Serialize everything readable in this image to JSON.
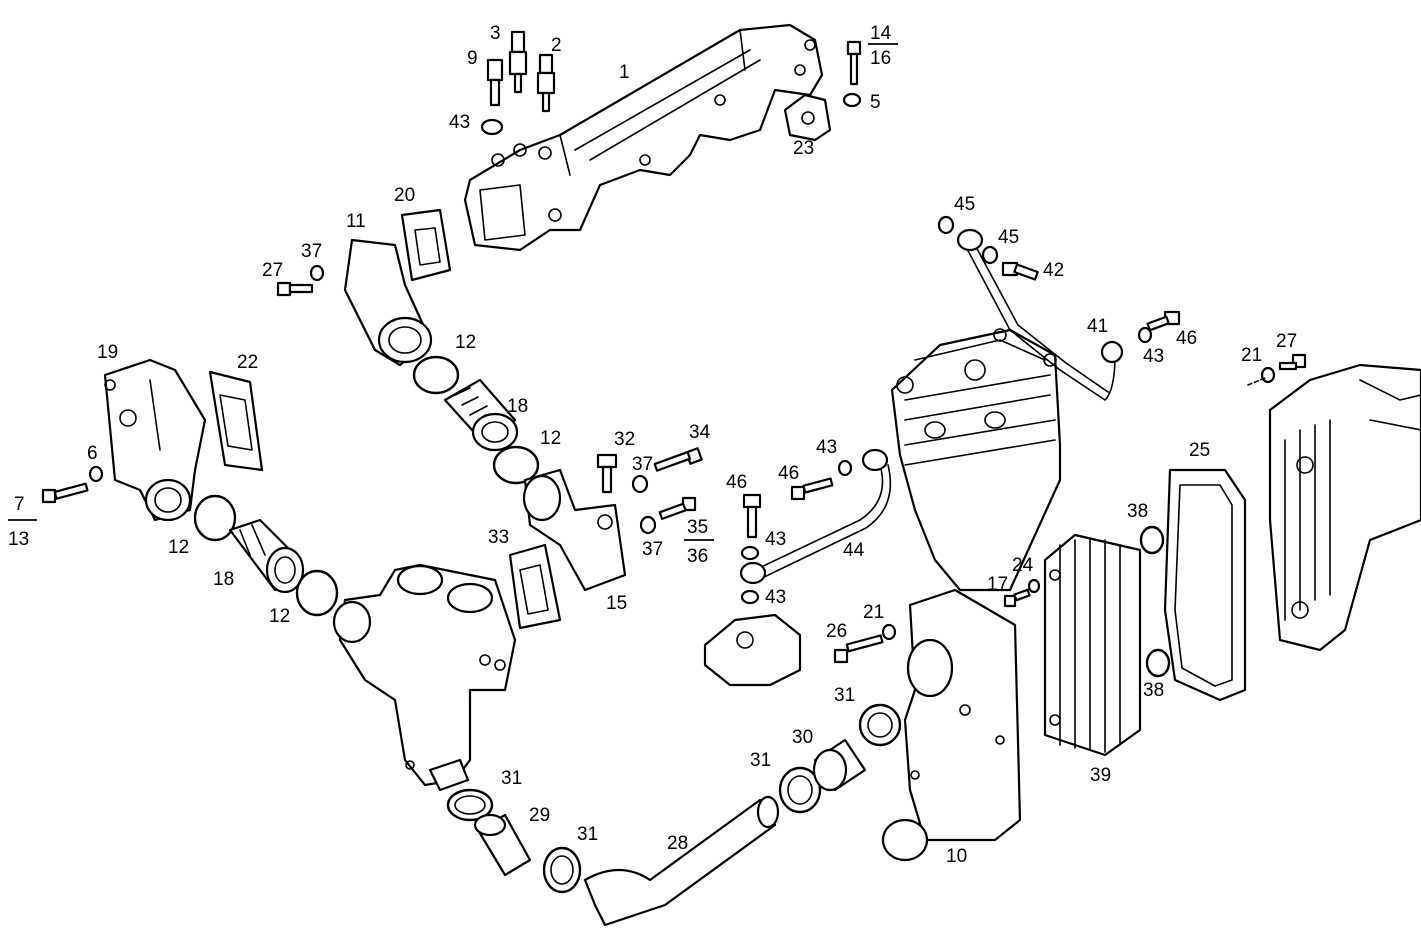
{
  "labels": {
    "l1": "1",
    "l2": "2",
    "l3": "3",
    "l5": "5",
    "l6": "6",
    "l7": "7",
    "l9": "9",
    "l10": "10",
    "l11": "11",
    "l12a": "12",
    "l12b": "12",
    "l12c": "12",
    "l12d": "12",
    "l13": "13",
    "l14": "14",
    "l15": "15",
    "l16": "16",
    "l17": "17",
    "l18a": "18",
    "l18b": "18",
    "l19": "19",
    "l20": "20",
    "l21a": "21",
    "l21b": "21",
    "l22": "22",
    "l23": "23",
    "l24": "24",
    "l25": "25",
    "l26": "26",
    "l27a": "27",
    "l27b": "27",
    "l28": "28",
    "l29": "29",
    "l30": "30",
    "l31a": "31",
    "l31b": "31",
    "l31c": "31",
    "l31d": "31",
    "l32": "32",
    "l33": "33",
    "l34": "34",
    "l35": "35",
    "l36": "36",
    "l37a": "37",
    "l37b": "37",
    "l37c": "37",
    "l38a": "38",
    "l38b": "38",
    "l39": "39",
    "l41": "41",
    "l42": "42",
    "l43a": "43",
    "l43b": "43",
    "l43c": "43",
    "l43d": "43",
    "l43e": "43",
    "l44": "44",
    "l45a": "45",
    "l45b": "45",
    "l46a": "46",
    "l46b": "46",
    "l46c": "46"
  }
}
